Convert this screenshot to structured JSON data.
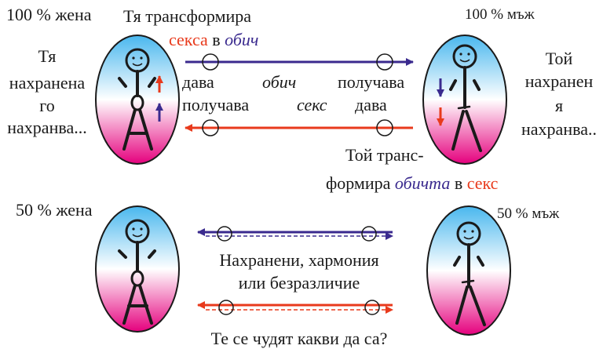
{
  "colors": {
    "blue": "#3a2a8e",
    "red": "#e83a1c",
    "black": "#1a1a1a",
    "oval_top": "#49b7ee",
    "oval_mid": "#ffffff",
    "oval_bottom": "#e5007d"
  },
  "top": {
    "woman_label": "100 % жена",
    "man_label": "100 % мъж",
    "woman_side_lines": [
      "Тя",
      "нахранена",
      "го",
      "нахранва..."
    ],
    "man_side_lines": [
      "Той",
      "нахранен",
      "я",
      "нахранва.."
    ],
    "she_transforms": {
      "p1": "Тя трансформира",
      "w_sex": "секса",
      "w_in": " в ",
      "w_love": "обич"
    },
    "gives_left": "дава",
    "love_mid": "обич",
    "receives_right": "получава",
    "receives_left": "получава",
    "sex_mid": "секс",
    "gives_right": "дава",
    "he_transforms_line1": "Той транс-",
    "he_transforms_line2": {
      "p1": "формира ",
      "w_love": "обичта",
      "w_in": " в ",
      "w_sex": "секс"
    }
  },
  "bottom": {
    "woman_label": "50 % жена",
    "man_label": "50 % мъж",
    "line1": "Нахранени, хармония",
    "line2": "или безразличие",
    "question": "Те се чудят какви да са?"
  }
}
